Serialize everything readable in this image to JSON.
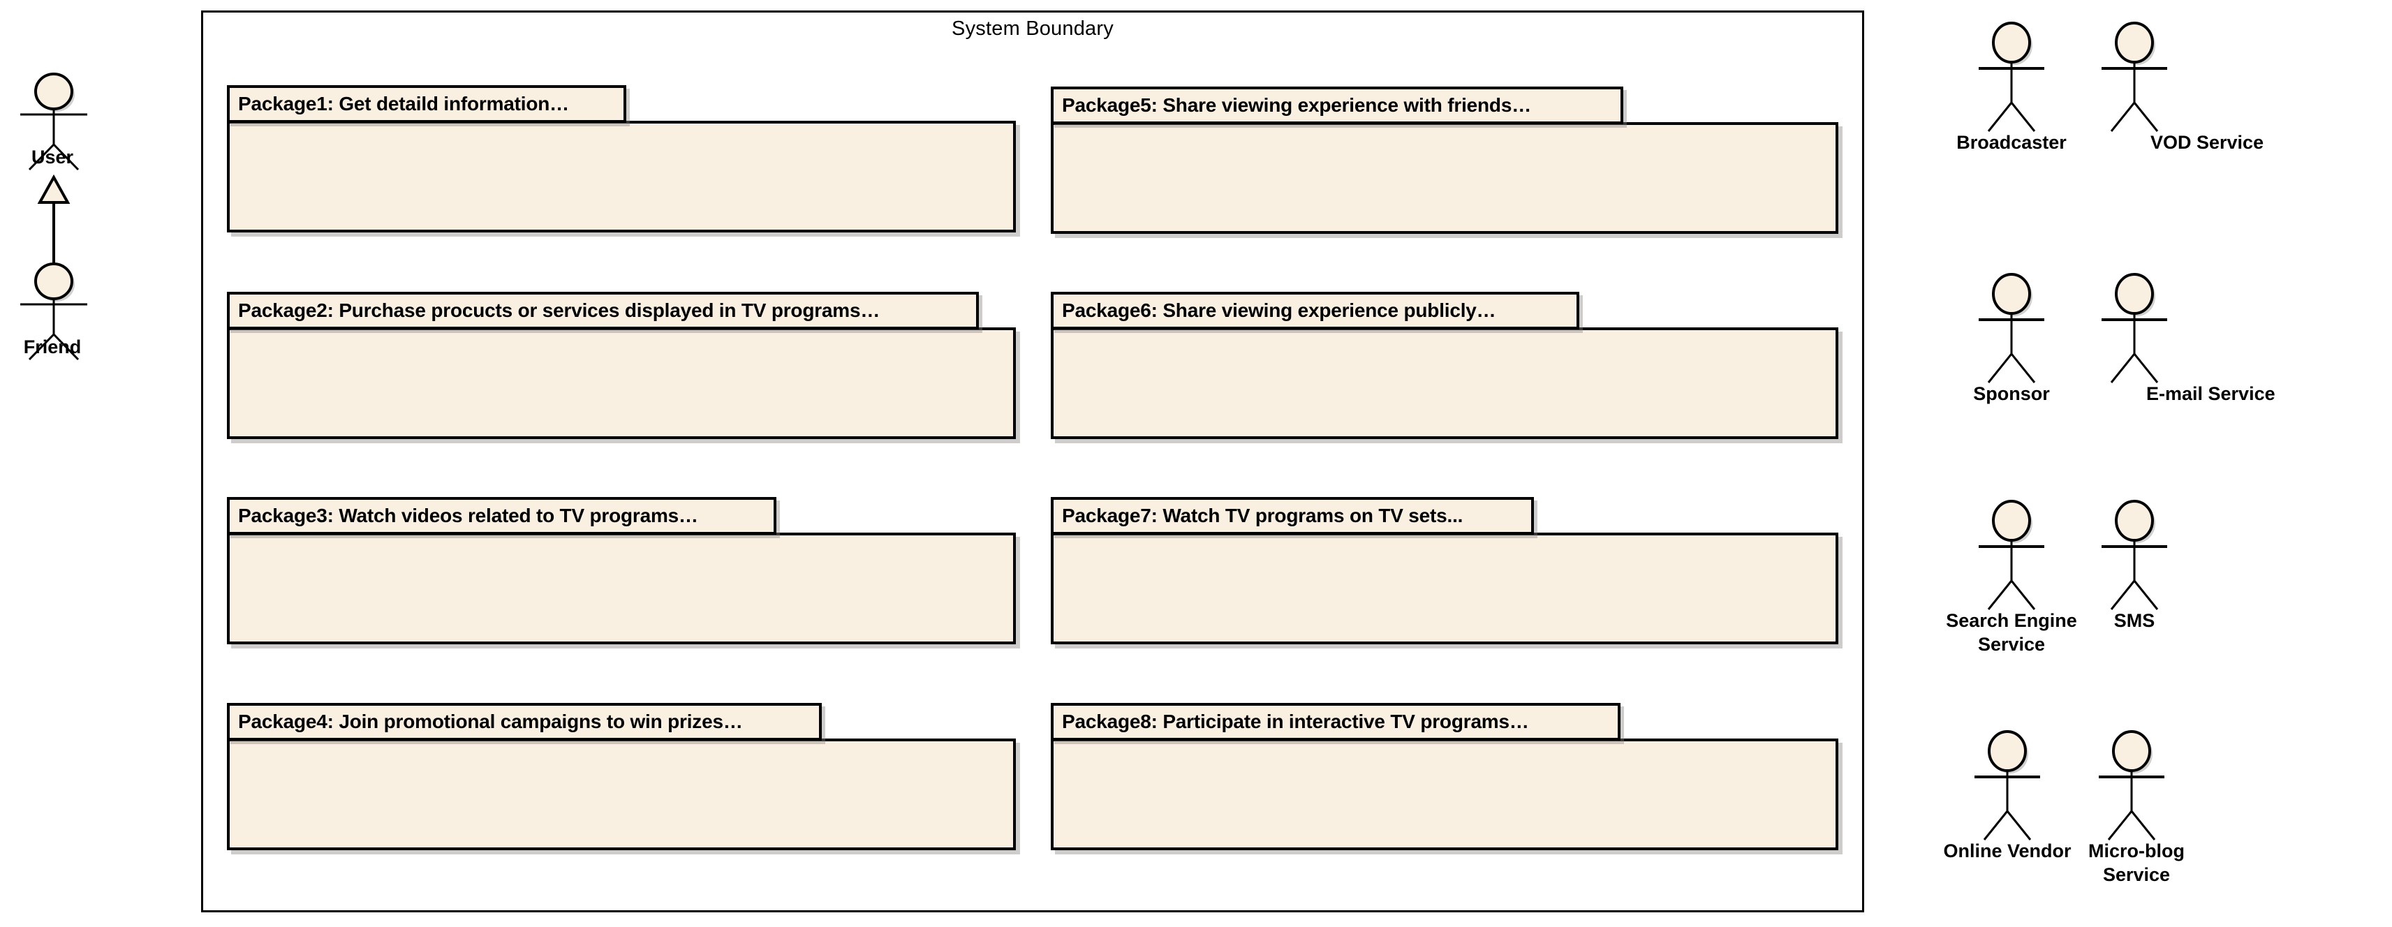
{
  "diagram": {
    "type": "uml-use-case-diagram",
    "system_boundary": {
      "title": "System Boundary"
    }
  },
  "packages": [
    {
      "id": "package1",
      "label": "Package1: Get detaild information…",
      "tab_width": 262,
      "column": "left"
    },
    {
      "id": "package2",
      "label": "Package2: Purchase procucts or services displayed in TV programs…",
      "tab_width": 497,
      "column": "left"
    },
    {
      "id": "package3",
      "label": "Package3: Watch videos related to TV programs…",
      "tab_width": 363,
      "column": "left"
    },
    {
      "id": "package4",
      "label": "Package4: Join promotional campaigns to win prizes…",
      "tab_width": 391,
      "column": "left"
    },
    {
      "id": "package5",
      "label": "Package5: Share viewing experience with friends…",
      "tab_width": 378,
      "column": "right"
    },
    {
      "id": "package6",
      "label": "Package6: Share viewing experience publicly…",
      "tab_width": 349,
      "column": "right"
    },
    {
      "id": "package7",
      "label": "Package7: Watch TV programs on TV sets...",
      "tab_width": 320,
      "column": "right"
    },
    {
      "id": "package8",
      "label": "Package8: Participate in interactive TV programs…",
      "tab_width": 377,
      "column": "right"
    }
  ],
  "actors": {
    "left": [
      {
        "id": "user",
        "label": "User"
      },
      {
        "id": "friend",
        "label": "Friend"
      }
    ],
    "right": [
      {
        "id": "broadcaster",
        "label": "Broadcaster"
      },
      {
        "id": "vod-service",
        "label": "VOD Service"
      },
      {
        "id": "sponsor",
        "label": "Sponsor"
      },
      {
        "id": "email-service",
        "label": "E-mail Service"
      },
      {
        "id": "search-engine-service",
        "label": "Search Engine\nService"
      },
      {
        "id": "sms",
        "label": "SMS"
      },
      {
        "id": "online-vendor",
        "label": "Online Vendor"
      },
      {
        "id": "micro-blog-service",
        "label": "Micro-blog\nService"
      }
    ]
  },
  "relationships": [
    {
      "id": "friend-generalizes-user",
      "type": "generalization",
      "from": "Friend",
      "to": "User"
    }
  ],
  "colors": {
    "package_fill": "#faf0e2",
    "actor_head_fill": "#faf0e2",
    "stroke": "#000000",
    "shadow": "#8c8986",
    "background": "#ffffff"
  }
}
